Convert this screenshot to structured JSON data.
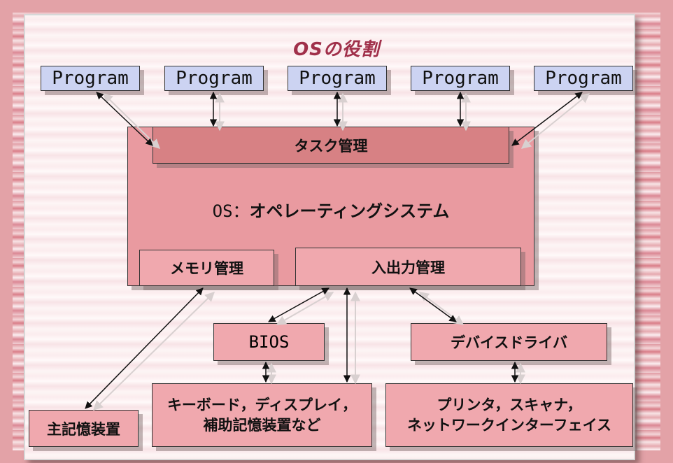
{
  "title": "OSの役割",
  "programs": [
    "Program",
    "Program",
    "Program",
    "Program",
    "Program"
  ],
  "task": "タスク管理",
  "os": {
    "prefix": "OS：",
    "name": "オペレーティングシステム"
  },
  "memory": "メモリ管理",
  "io": "入出力管理",
  "bios": "BIOS",
  "driver": "デバイスドライバ",
  "main_memory": "主記憶装置",
  "devices1": {
    "line1": "キーボード，ディスプレイ，",
    "line2": "補助記憶装置など"
  },
  "devices2": {
    "line1": "プリンタ，スキャナ，",
    "line2": "ネットワークインターフェイス"
  }
}
